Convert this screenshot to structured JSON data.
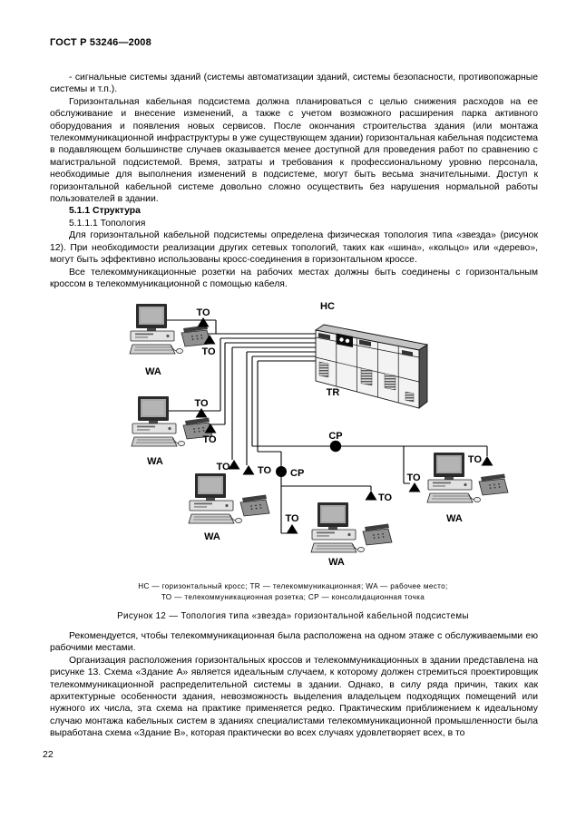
{
  "document": {
    "header": "ГОСТ Р 53246—2008",
    "page_number": "22"
  },
  "content": {
    "p1": "- сигнальные системы зданий (системы автоматизации зданий, системы безопасности, противопожарные системы и т.п.).",
    "p2": "Горизонтальная кабельная подсистема должна планироваться с целью снижения расходов на ее обслуживание и внесение изменений, а также с учетом возможного расширения парка активного оборудования и появления новых сервисов. После окончания строительства здания (или монтажа телекоммуникационной инфраструктуры в уже существующем здании) горизонтальная кабельная подсистема в подавляющем большинстве случаев оказывается менее доступной для проведения работ по сравнению с магистральной подсистемой. Время, затраты и требования к профессиональному уровню персонала, необходимые для выполнения изменений в подсистеме, могут быть весьма значительными. Доступ к горизонтальной кабельной системе довольно сложно осуществить без нарушения нормальной работы пользователей в здании.",
    "heading1": "5.1.1 Структура",
    "heading2": "5.1.1.1 Топология",
    "p3": "Для горизонтальной кабельной подсистемы определена физическая топология типа «звезда» (рисунок 12). При необходимости реализации других сетевых топологий, таких как «шина», «кольцо» или «дерево», могут быть эффективно использованы кросс-соединения в горизонтальном кроссе.",
    "p4": "Все телекоммуникационные розетки на рабочих местах должны быть соединены с горизонтальным кроссом в телекоммуникационной с помощью кабеля.",
    "p5": "Рекомендуется, чтобы телекоммуникационная была расположена на одном этаже с обслуживаемыми ею рабочими местами.",
    "p6": "Организация расположения горизонтальных кроссов и телекоммуникационных в здании представлена на рисунке 13. Схема «Здание А» является идеальным случаем, к которому должен стремиться проектировщик телекоммуникационной распределительной системы в здании. Однако, в силу ряда причин, таких как архитектурные особенности здания, невозможность выделения владельцем подходящих помещений или нужного их числа, эта схема на практике применяется редко. Практическим приближением к идеальному случаю монтажа кабельных систем в зданиях специалистами телекоммуникационной промышленности была выработана схема «Здание В», которая практически во всех случаях удовлетворяет всех, в то"
  },
  "figure": {
    "legend_line1": "НС — горизонтальный кросс; TR — телекоммуникационная; WA — рабочее место;",
    "legend_line2": "ТО — телекоммуникационная розетка; СР — консолидационная точка",
    "caption": "Рисунок 12 — Топология типа «звезда» горизонтальной кабельной подсистемы",
    "labels": {
      "hc": "НС",
      "tr": "TR",
      "wa": "WA",
      "to": "TO",
      "cp": "CP"
    }
  }
}
